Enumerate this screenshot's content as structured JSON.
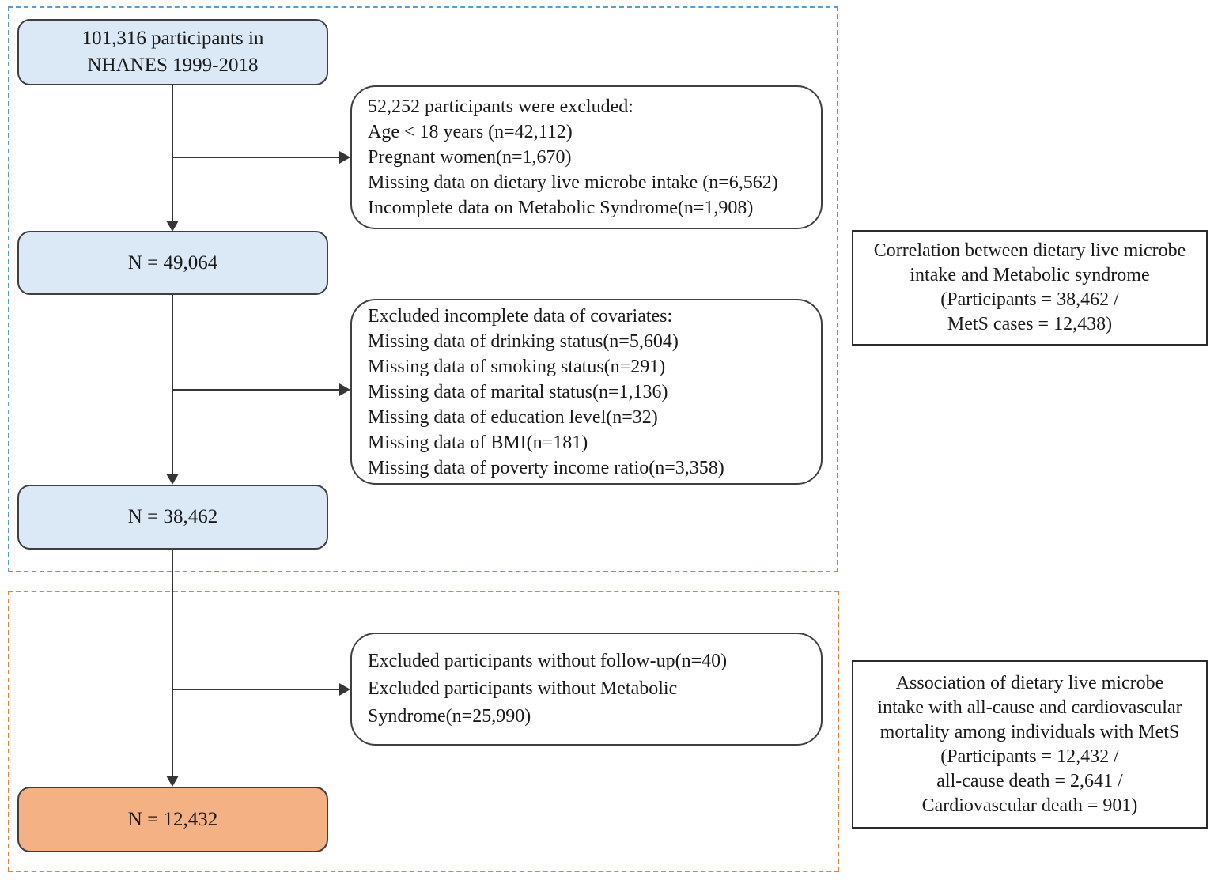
{
  "colors": {
    "c-blue-fill": "#DBE9F6",
    "c-orange-fill": "#F4B183",
    "c-blue-dash": "#5B9BD5",
    "c-orange-dash": "#ED7D31",
    "c-box-border": "#404040",
    "c-line": "#363636"
  },
  "flow": {
    "start": {
      "lines": [
        "101,316 participants in",
        "NHANES 1999-2018"
      ]
    },
    "n1": {
      "label": "N = 49,064"
    },
    "n2": {
      "label": "N = 38,462"
    },
    "n3": {
      "label": "N = 12,432"
    }
  },
  "exclusions": {
    "first": {
      "lines": [
        "52,252 participants were excluded:",
        "Age < 18 years (n=42,112)",
        "Pregnant women(n=1,670)",
        "Missing data on dietary live microbe intake (n=6,562)",
        "Incomplete data on Metabolic Syndrome(n=1,908)"
      ]
    },
    "second": {
      "lines": [
        "Excluded incomplete data of covariates:",
        "Missing data of drinking status(n=5,604)",
        "Missing data of smoking status(n=291)",
        "Missing data of marital status(n=1,136)",
        "Missing data of education level(n=32)",
        "Missing data of BMI(n=181)",
        "Missing data of poverty income ratio(n=3,358)"
      ]
    },
    "third": {
      "lines": [
        "Excluded participants without follow-up(n=40)",
        "Excluded participants without Metabolic",
        "Syndrome(n=25,990)"
      ]
    }
  },
  "outcomes": {
    "correlation": {
      "lines": [
        "Correlation between dietary live microbe",
        "intake and Metabolic syndrome",
        "(Participants = 38,462 /",
        "MetS cases = 12,438)"
      ]
    },
    "mortality": {
      "lines": [
        "Association of dietary live microbe",
        "intake with all-cause and cardiovascular",
        "mortality among individuals with MetS",
        "(Participants = 12,432 /",
        "all-cause death = 2,641 /",
        "Cardiovascular death = 901)"
      ]
    }
  }
}
